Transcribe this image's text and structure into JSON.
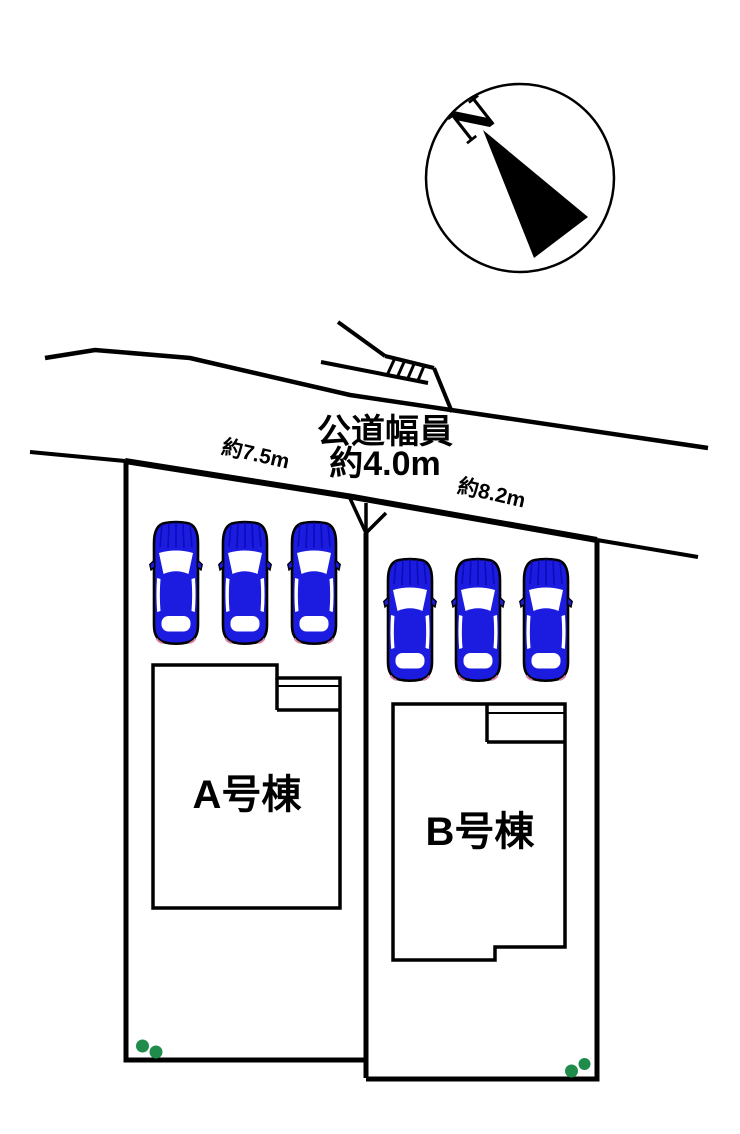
{
  "compass": {
    "north_label": "N"
  },
  "road": {
    "width_label_line1": "公道幅員",
    "width_label_line2": "約4.0m"
  },
  "frontage": {
    "parcel_a": "約7.5m",
    "parcel_b": "約8.2m"
  },
  "buildings": {
    "a": {
      "label": "A号棟"
    },
    "b": {
      "label": "B号棟"
    }
  },
  "parking": {
    "parcel_a_cars": 3,
    "parcel_b_cars": 3
  },
  "colors": {
    "outline": "#000000",
    "car_body": "#1c1ce0",
    "car_detail": "#0b0bb8",
    "car_glass": "#ffffff",
    "taillight_pink": "#d97fa8",
    "shrub_green": "#1f8c4c",
    "background": "#ffffff"
  }
}
